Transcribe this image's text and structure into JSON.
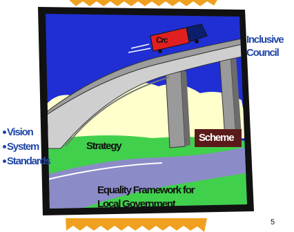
{
  "left_labels": [
    "Vision",
    "System",
    "Standards"
  ],
  "right_label_lines": [
    "Inclusive",
    "Council"
  ],
  "truck_label": "Crc",
  "deck_labels": {
    "strategy": "Strategy",
    "scheme": "Scheme"
  },
  "bottom_label_lines": [
    "Equality Framework for",
    "Local Government"
  ],
  "page_number": "5",
  "colors": {
    "sky": "#1f2fd4",
    "cloud": "#ffffcc",
    "grass": "#41d04c",
    "road": "#8b8bc8",
    "bridge_deck": "#cfcfcf",
    "truck_cab": "#0c1f6e",
    "truck_box": "#e02020",
    "scheme_box": "#5b1a1a",
    "zigzag_border": "#f0a020",
    "label_text": "#2147a8"
  }
}
